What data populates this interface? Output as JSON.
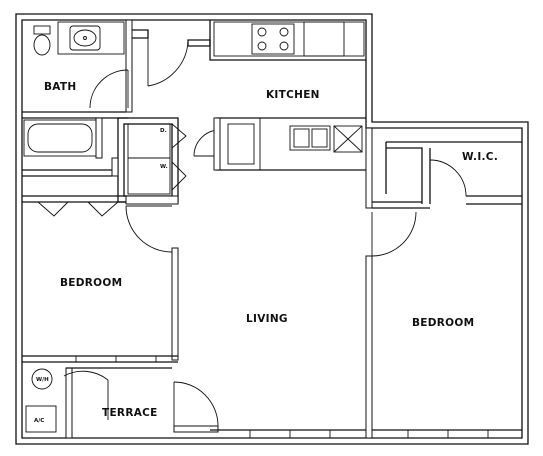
{
  "rooms": {
    "bath": "BATH",
    "kitchen": "KITCHEN",
    "wic": "W.I.C.",
    "bedroom_left": "BEDROOM",
    "living": "LIVING",
    "bedroom_right": "BEDROOM",
    "terrace": "TERRACE"
  },
  "fixtures": {
    "dryer": "D.",
    "washer": "W.",
    "water_heater": "W/H",
    "ac_unit": "A/C"
  }
}
